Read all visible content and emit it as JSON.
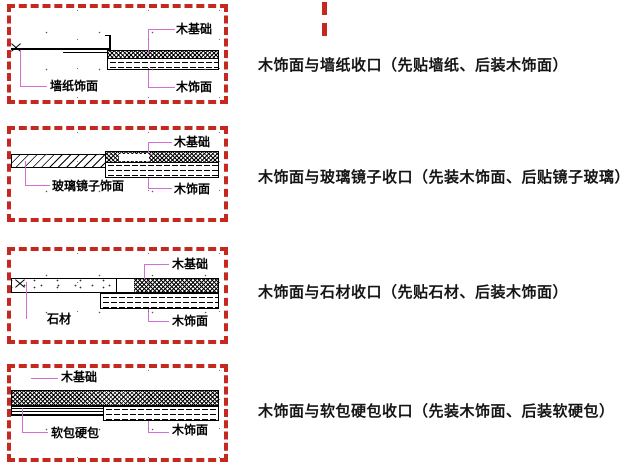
{
  "page": {
    "background": "#ffffff"
  },
  "colors": {
    "panel_border_red": "#c4281e",
    "leader_magenta": "#d46ed4",
    "drawing_black": "#000000",
    "text_black": "#151515"
  },
  "rows": [
    {
      "caption": "木饰面与墙纸收口（先贴墙纸、后装木饰面）",
      "labels": {
        "base": "木基础",
        "left": "墙纸饰面",
        "finish": "木饰面"
      }
    },
    {
      "caption": "木饰面与玻璃镜子收口（先装木饰面、后贴镜子玻璃）",
      "labels": {
        "base": "木基础",
        "left": "玻璃镜子饰面",
        "finish": "木饰面"
      }
    },
    {
      "caption": "木饰面与石材收口（先贴石材、后装木饰面）",
      "labels": {
        "base": "木基础",
        "left": "石材",
        "finish": "木饰面"
      }
    },
    {
      "caption": "木饰面与软包硬包收口（先装木饰面、后装软硬包）",
      "labels": {
        "base": "木基础",
        "left": "软包硬包",
        "finish": "木饰面"
      }
    }
  ]
}
